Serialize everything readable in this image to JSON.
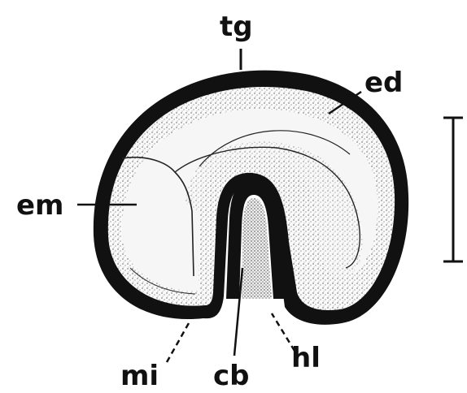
{
  "labels": {
    "tg": "tg",
    "ed": "ed",
    "em": "em",
    "mi": "mi",
    "cb": "cb",
    "hl": "hl"
  },
  "colors": {
    "ink": "#111111",
    "stipple": "#8a8a8a",
    "fill": "#f4f4f4",
    "background": "#ffffff"
  }
}
